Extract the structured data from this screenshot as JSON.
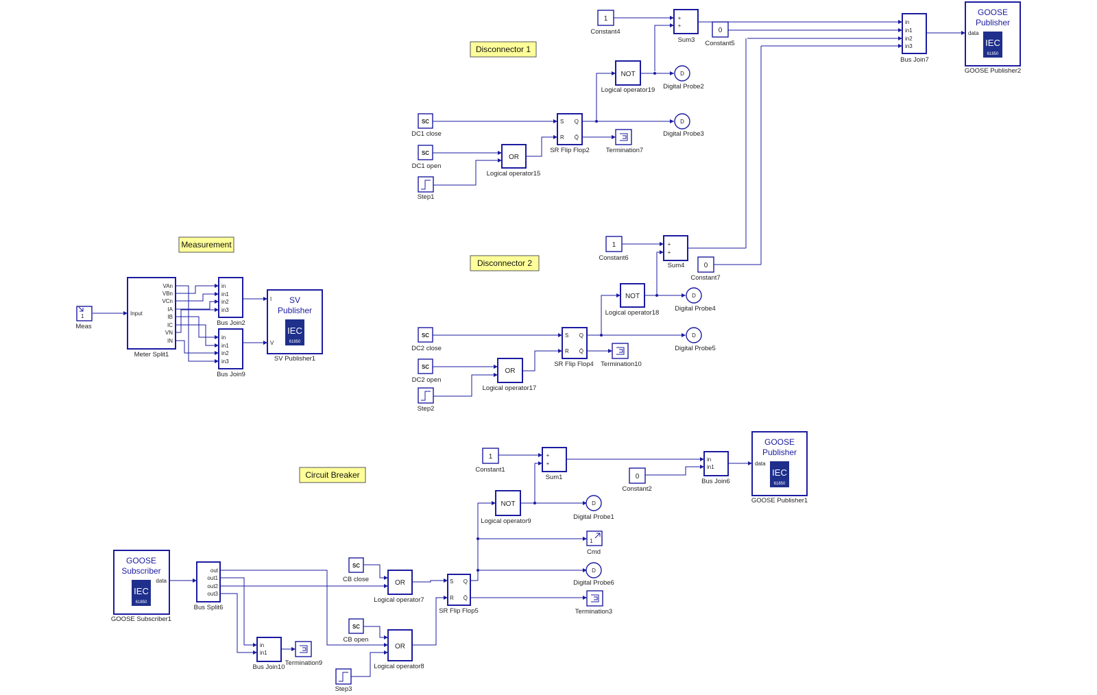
{
  "annotations": {
    "disconnector1": "Disconnector 1",
    "disconnector2": "Disconnector 2",
    "measurement": "Measurement",
    "circuit_breaker": "Circuit Breaker"
  },
  "publishers": {
    "goose_title_1": "GOOSE",
    "goose_title_2": "Publisher",
    "goose_sub_title_2": "Subscriber",
    "sv_title_1": "SV",
    "sv_title_2": "Publisher",
    "iec_logo": "IEC",
    "iec_logo_num": "61850",
    "goose_publisher2": "GOOSE Publisher2",
    "goose_publisher1": "GOOSE Publisher1",
    "goose_subscriber1": "GOOSE Subscriber1",
    "sv_publisher1": "SV Publisher1",
    "pin_data": "data",
    "pin_i": "I",
    "pin_v": "V"
  },
  "d1": {
    "constant4": "Constant4",
    "constant4_val": "1",
    "sum3": "Sum3",
    "constant5": "Constant5",
    "constant5_val": "0",
    "bus_join7": "Bus Join7",
    "not19": "Logical operator19",
    "probe2": "Digital Probe2",
    "probe3": "Digital Probe3",
    "dc1_close": "DC1 close",
    "dc1_open": "DC1 open",
    "step1": "Step1",
    "or15": "Logical operator15",
    "sr2": "SR Flip Flop2",
    "term7": "Termination7"
  },
  "d2": {
    "constant6": "Constant6",
    "constant6_val": "1",
    "sum4": "Sum4",
    "constant7": "Constant7",
    "constant7_val": "0",
    "not18": "Logical operator18",
    "probe4": "Digital Probe4",
    "probe5": "Digital Probe5",
    "dc2_close": "DC2 close",
    "dc2_open": "DC2 open",
    "step2": "Step2",
    "or17": "Logical operator17",
    "sr4": "SR Flip Flop4",
    "term10": "Termination10"
  },
  "meas": {
    "meas": "Meas",
    "meas_val": "1",
    "meter_split1": "Meter Split1",
    "input_pin": "Input",
    "meter_pins": [
      "VAn",
      "VBn",
      "VCn",
      "IA",
      "IB",
      "IC",
      "VN",
      "IN"
    ],
    "bus_join2": "Bus Join2",
    "bus_join9": "Bus Join9"
  },
  "cb": {
    "constant1": "Constant1",
    "constant1_val": "1",
    "sum1": "Sum1",
    "constant2": "Constant2",
    "constant2_val": "0",
    "bus_join6": "Bus Join6",
    "not9": "Logical operator9",
    "probe1": "Digital Probe1",
    "cmd": "Cmd",
    "cmd_val": "1",
    "probe6": "Digital Probe6",
    "term3": "Termination3",
    "sr5": "SR Flip Flop5",
    "cb_close": "CB close",
    "cb_open": "CB open",
    "or7": "Logical operator7",
    "or8": "Logical operator8",
    "step3": "Step3",
    "bus_split6": "Bus Split6",
    "split_pins": [
      "out",
      "out1",
      "out2",
      "out3"
    ],
    "bus_join10": "Bus Join10",
    "term9": "Termination9"
  },
  "gates": {
    "not": "NOT",
    "or": "OR",
    "sc": "SC",
    "probe": "D"
  },
  "sr_pins": {
    "s": "S",
    "r": "R",
    "q": "Q",
    "qbar": "Q̄"
  },
  "sum_pins": {
    "plus": "+"
  },
  "bus_pins": [
    "in",
    "in1",
    "in2",
    "in3"
  ],
  "colors": {
    "wire": "#1a1aa0",
    "note": "#ffff99",
    "iec": "#1e2f8c"
  }
}
